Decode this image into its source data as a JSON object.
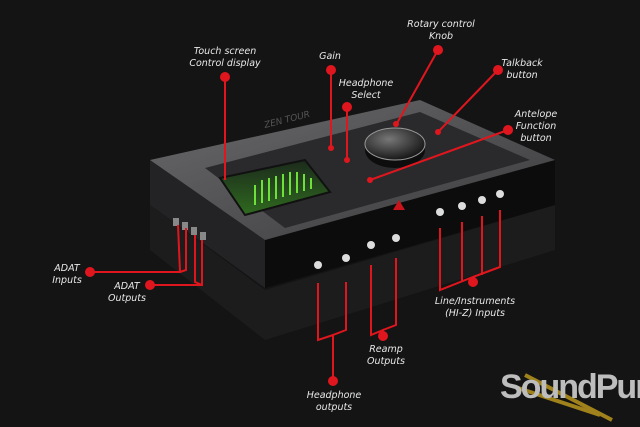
{
  "labels": {
    "touch_screen": [
      "Touch screen",
      "Control display"
    ],
    "gain": [
      "Gain"
    ],
    "headphone_select": [
      "Headphone",
      "Select"
    ],
    "rotary": [
      "Rotary control",
      "Knob"
    ],
    "talkback": [
      "Talkback",
      "button"
    ],
    "antelope_function": [
      "Antelope",
      "Function",
      "button"
    ],
    "adat_inputs": [
      "ADAT",
      "Inputs"
    ],
    "adat_outputs": [
      "ADAT",
      "Outputs"
    ],
    "headphone_outputs": [
      "Headphone",
      "outputs"
    ],
    "reamp_outputs": [
      "Reamp",
      "Outputs"
    ],
    "line_inputs": [
      "Line/Instruments",
      "(HI-Z) Inputs"
    ]
  },
  "device_brand": "ZEN TOUR",
  "watermark": "SoundPure",
  "colors": {
    "accent": "#e0161e",
    "background": "#141414",
    "label": "#e8e8e8"
  }
}
